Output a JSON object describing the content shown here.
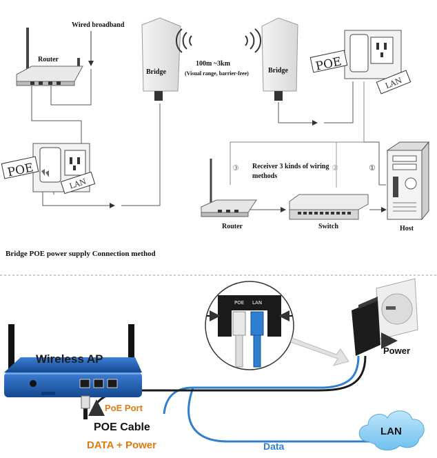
{
  "top": {
    "wired_broadband": "Wired broadband",
    "router_left": "Router",
    "bridge_left": "Bridge",
    "bridge_right": "Bridge",
    "range_line1": "100m ~3km",
    "range_line2": "(Visual range, barrier-free)",
    "poe_label_left": "POE",
    "lan_label_left": "LAN",
    "poe_label_right": "POE",
    "lan_label_right": "LAN",
    "receiver_line1": "Receiver 3 kinds of wiring",
    "receiver_line2": "methods",
    "num1": "①",
    "num2": "②",
    "num3": "③",
    "router_right": "Router",
    "switch": "Switch",
    "host": "Host",
    "caption": "Bridge POE power supply Connection method"
  },
  "bottom": {
    "wireless_ap": "Wireless AP",
    "poe_port": "PoE Port",
    "poe_cable": "POE Cable",
    "data_power": "DATA + Power",
    "data": "Data",
    "lan": "LAN",
    "power": "Power",
    "inset_poe": "POE",
    "inset_lan": "LAN"
  },
  "colors": {
    "ap_blue": "#1d5fb5",
    "cable_blue": "#2f7fd0",
    "accent_orange": "#e07a10",
    "line_gray": "#555555"
  }
}
